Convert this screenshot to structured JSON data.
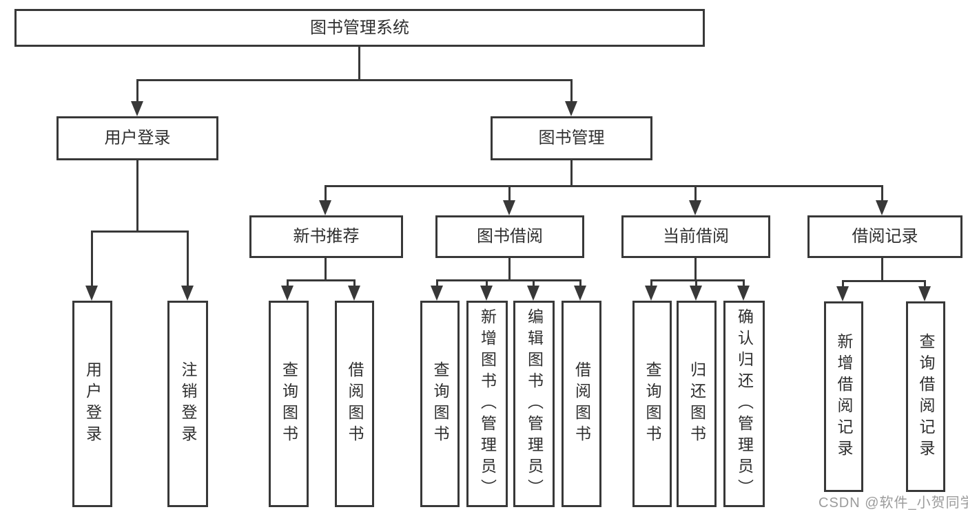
{
  "diagram": {
    "root": "图书管理系统",
    "branches": [
      {
        "label": "用户登录",
        "children": [
          "用户登录",
          "注销登录"
        ]
      },
      {
        "label": "图书管理",
        "children": [
          {
            "label": "新书推荐",
            "children": [
              "查询图书",
              "借阅图书"
            ]
          },
          {
            "label": "图书借阅",
            "children": [
              "查询图书",
              "新增图书（管理员）",
              "编辑图书（管理员）",
              "借阅图书"
            ]
          },
          {
            "label": "当前借阅",
            "children": [
              "查询图书",
              "归还图书",
              "确认归还（管理员）"
            ]
          },
          {
            "label": "借阅记录",
            "children": [
              "新增借阅记录",
              "查询借阅记录"
            ]
          }
        ]
      }
    ]
  },
  "watermark": "CSDN @软件_小贺同学",
  "colors": {
    "line": "#383838",
    "box_border": "#383838",
    "box_fill": "#ffffff",
    "text": "#2f2f2f",
    "watermark": "#9b9b9b"
  }
}
